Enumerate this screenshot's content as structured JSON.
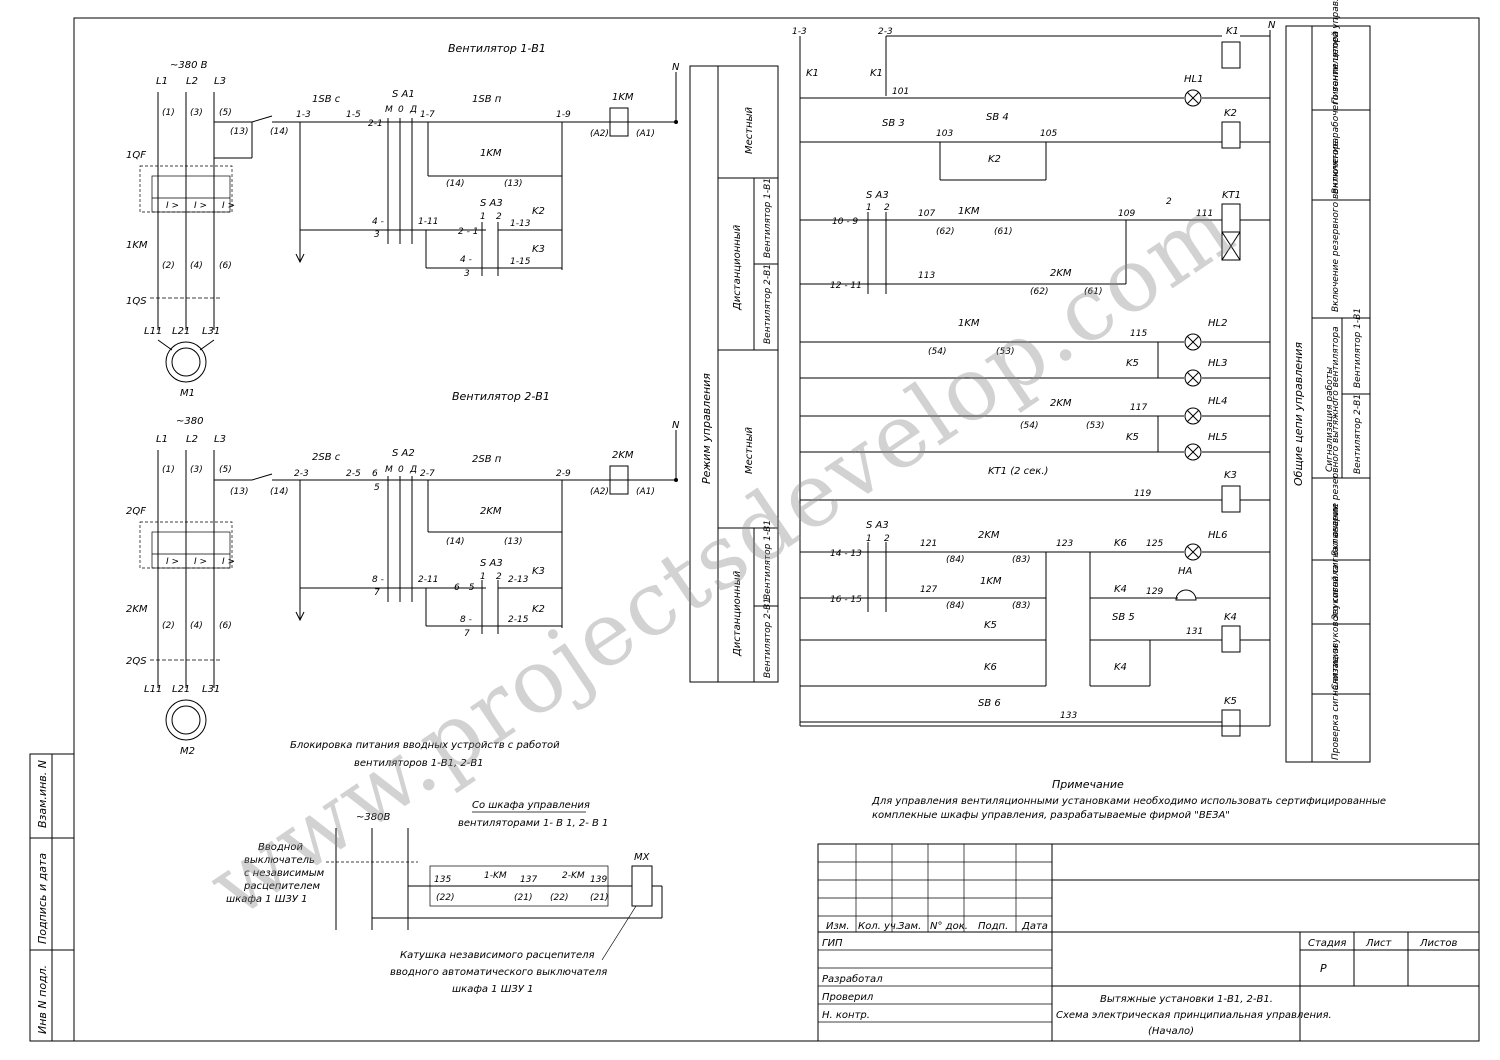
{
  "sheet": {
    "fan1_title": "Вентилятор 1-В1",
    "fan2_title": "Вентилятор 2-В1",
    "fan1_supply": "~380 В",
    "fan2_supply": "~380",
    "phases": [
      "L1",
      "L2",
      "L3"
    ],
    "phase_nums": [
      "(1)",
      "(3)",
      "(5)"
    ],
    "phase_nums2": [
      "(2)",
      "(4)",
      "(6)"
    ],
    "terminal_13": "(13)",
    "terminal_14": "(14)",
    "motor_terminals": [
      "L11",
      "L21",
      "L31"
    ],
    "fan1": {
      "breaker": "1QF",
      "contactor": "1KM",
      "switch": "1QS",
      "motor": "M1",
      "stop_button": "1SB с",
      "start_button": "1SB п",
      "coil": "1KM"
    },
    "fan2": {
      "breaker": "2QF",
      "contactor": "2KM",
      "switch": "2QS",
      "motor": "M2",
      "stop_button": "2SB с",
      "start_button": "2SB п",
      "coil": "2KM"
    },
    "trip_label": "I >",
    "N": "N",
    "fan1_nodes": {
      "n1": "1-3",
      "n2": "1-5",
      "n3": "2-1",
      "n4": "1-7",
      "n5": "1-9",
      "a2": "(A2)",
      "a1": "(A1)",
      "n6": "4 -",
      "n7": "3",
      "n8": "1-11",
      "n9": "2 - 1",
      "n10": "1-13",
      "n11": "4 -",
      "n12": "3",
      "n13": "1-15"
    },
    "fan2_nodes": {
      "n1": "2-3",
      "n2": "2-5",
      "n3": "6",
      "n3b": "5",
      "n4": "2-7",
      "n5": "2-9",
      "n6": "8 -",
      "n7": "7",
      "n8": "2-11",
      "n9": "6 - 5",
      "n10": "2-13",
      "n11": "8 -",
      "n12": "7",
      "n13": "2-15"
    },
    "sa1": "S A1",
    "sa2": "S A2",
    "sa3": "S A3",
    "sa_positions": [
      "M",
      "0",
      "Д"
    ],
    "sa3_positions": [
      "1",
      "2"
    ],
    "k1": "K1",
    "k2": "K2",
    "k3": "K3",
    "k4": "K4",
    "k5": "K5",
    "k6": "K6",
    "km1": "1KM",
    "km2": "2KM",
    "interlock_title_1": "Блокировка питания вводных устройств с работой",
    "interlock_title_2": "вентиляторов 1-В1, 2-В1",
    "interlock_supply": "~380В",
    "breaker_note": [
      "Вводной",
      "выключатель",
      "с независимым",
      "расцепителем",
      "шкафа    1 ШЗУ 1"
    ],
    "from_cabinet_1": "Со шкафа управления",
    "from_cabinet_2": "вентиляторами     1- В 1, 2-  В 1",
    "interlock_nodes": {
      "n135": "135",
      "n137": "137",
      "n139": "139",
      "c22a": "(22)",
      "c21a": "(21)",
      "c22b": "(22)",
      "c21b": "(21)",
      "k1m": "1-KM",
      "k2m": "2-KM",
      "mx": "MX"
    },
    "coil_note": [
      "Катушка независимого расцепителя",
      "вводного автоматического выключателя",
      "шкафа     1 ШЗУ 1"
    ],
    "mode_table": {
      "main": "Режим управления",
      "local": "Местный",
      "remote": "Дистанционный",
      "fan1": "Вентилятор 1-В1",
      "fan2": "Вентилятор 2-В1"
    },
    "control": {
      "top_nodes": [
        "1-3",
        "2-3"
      ],
      "n101": "101",
      "hl1": "HL1",
      "sb3": "SB 3",
      "sb4": "SB 4",
      "sb5": "SB 5",
      "sb6": "SB 6",
      "n103": "103",
      "n105": "105",
      "sa3": "S A3",
      "n10_9": "10 - 9",
      "n12_11": "12 - 11",
      "n14_13": "14 - 13",
      "n16_15": "16 - 15",
      "n107": "107",
      "n109": "109",
      "n111": "111",
      "n113": "113",
      "n115": "115",
      "n117": "117",
      "n119": "119",
      "n121": "121",
      "n123": "123",
      "n125": "125",
      "n127": "127",
      "n129": "129",
      "n131": "131",
      "n133": "133",
      "c62": "(62)",
      "c61": "(61)",
      "c62b": "(62)",
      "c61b": "(61)",
      "c54": "(54)",
      "c53": "(53)",
      "c54b": "(54)",
      "c53b": "(53)",
      "c84": "(84)",
      "c83": "(83)",
      "c84b": "(84)",
      "c83b": "(83)",
      "kt1": "KT1",
      "kt1_contact": "KT1 (2 сек.)",
      "hl2": "HL2",
      "hl3": "HL3",
      "hl4": "HL4",
      "hl5": "HL5",
      "hl6": "HL6",
      "ha": "HA",
      "n2": "2"
    },
    "right_table": {
      "group": "Общие цепи управления",
      "rows": [
        "Питание цепей управления",
        "Включение рабочего вентилятора",
        "Включение резервного вентилятора",
        "Сигнализация работы",
        "Вентилятор 1-В1",
        "Вентилятор 2-В1",
        "Включение резервного вытяжного вентилятора",
        "Звуковой сигнал аварии",
        "Снятие звукового сигнала",
        "Проверка сигнализации"
      ]
    },
    "note_title": "Примечание",
    "note_line1": "Для управления вентиляционными установками  необходимо использовать сертифицированные",
    "note_line2": "комплекные шкафы управления, разрабатываемые фирмой \"ВЕЗА\"",
    "side_stamp": [
      "Взам.инв. N",
      "Подпись и дата",
      "Инв N подл."
    ],
    "title_block": {
      "headers": [
        "Изм.",
        "Кол. уч.",
        "Зам.",
        "N° док.",
        "Подп.",
        "Дата"
      ],
      "roles": [
        "ГИП",
        "Разработал",
        "Проверил",
        "Н. контр."
      ],
      "stage_labels": [
        "Стадия",
        "Лист",
        "Листов"
      ],
      "stage_value": "Р",
      "title_1": "Вытяжные установки 1-В1, 2-В1.",
      "title_2": "Схема электрическая принципиальная управления.",
      "title_3": "(Начало)"
    },
    "watermark": "www.projectsdevelop.com"
  }
}
